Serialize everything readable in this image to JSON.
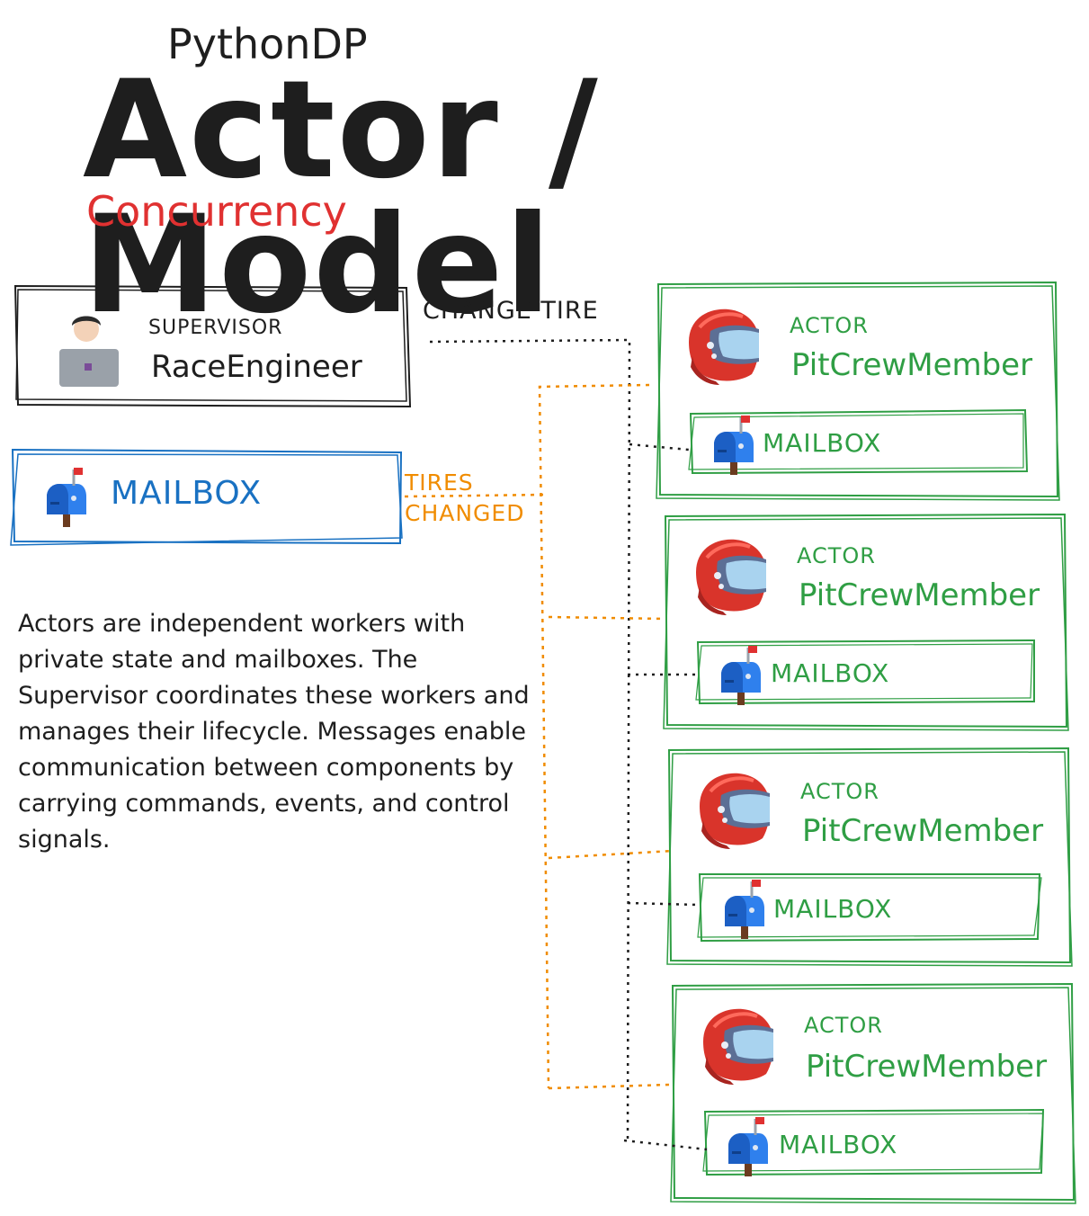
{
  "header": {
    "brand": "PythonDP",
    "title": "Actor / Model",
    "subtitle": "Concurrency"
  },
  "colors": {
    "ink": "#1e1e1e",
    "supervisor_mailbox": "#1971c2",
    "actor": "#2f9e44",
    "reply_message": "#f08c00",
    "accent_red": "#e03131"
  },
  "supervisor": {
    "label": "SUPERVISOR",
    "name": "RaceEngineer",
    "icon": "engineer-at-laptop-icon"
  },
  "supervisor_mailbox": {
    "label": "MAILBOX",
    "icon": "mailbox-icon"
  },
  "messages": {
    "command": "CHANGE TIRE",
    "event_line1": "TIRES",
    "event_line2": "CHANGED"
  },
  "description": "Actors are independent workers with private state and mailboxes. The Supervisor coordinates these workers and manages their lifecycle. Messages enable communication between components by carrying commands, events, and control signals.",
  "actors": [
    {
      "label": "ACTOR",
      "name": "PitCrewMember",
      "mailbox": "MAILBOX",
      "icon": "racing-helmet-icon"
    },
    {
      "label": "ACTOR",
      "name": "PitCrewMember",
      "mailbox": "MAILBOX",
      "icon": "racing-helmet-icon"
    },
    {
      "label": "ACTOR",
      "name": "PitCrewMember",
      "mailbox": "MAILBOX",
      "icon": "racing-helmet-icon"
    },
    {
      "label": "ACTOR",
      "name": "PitCrewMember",
      "mailbox": "MAILBOX",
      "icon": "racing-helmet-icon"
    }
  ]
}
